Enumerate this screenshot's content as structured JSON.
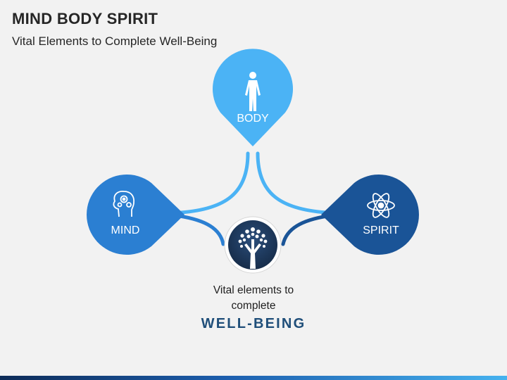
{
  "header": {
    "title": "MIND BODY SPIRIT",
    "subtitle": "Vital Elements to Complete Well-Being"
  },
  "nodes": [
    {
      "id": "body",
      "label": "BODY",
      "icon": "human-figure-icon",
      "color": "#4bb3f5"
    },
    {
      "id": "mind",
      "label": "MIND",
      "icon": "head-gears-icon",
      "color": "#2b7fd2"
    },
    {
      "id": "spirit",
      "label": "SPIRIT",
      "icon": "atom-icon",
      "color": "#1a5497"
    }
  ],
  "center": {
    "icon": "tree-icon",
    "color": "#1f3a5f",
    "caption_line1": "Vital elements to",
    "caption_line2": "complete",
    "caption_strong": "WELL-BEING"
  }
}
